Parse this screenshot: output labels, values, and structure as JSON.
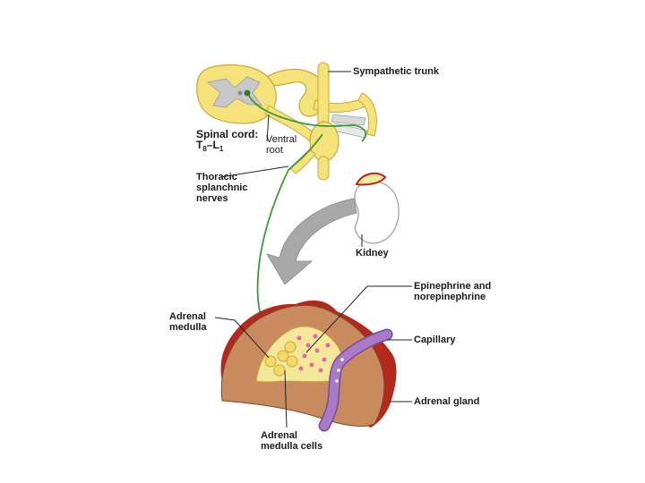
{
  "labels": {
    "sympathetic_trunk": "Sympathetic trunk",
    "spinal_cord_title": "Spinal cord:",
    "spinal_cord_t": "T",
    "spinal_cord_t_sub": "8",
    "spinal_cord_dash": "–L",
    "spinal_cord_l_sub": "1",
    "ventral_root_1": "Ventral",
    "ventral_root_2": "root",
    "thoracic_1": "Thoracic",
    "thoracic_2": "splanchnic",
    "thoracic_3": "nerves",
    "kidney": "Kidney",
    "epinephrine_1": "Epinephrine and",
    "epinephrine_2": "norepinephrine",
    "adrenal_medulla_1": "Adrenal",
    "adrenal_medulla_2": "medulla",
    "capillary": "Capillary",
    "adrenal_gland": "Adrenal gland",
    "medulla_cells_1": "Adrenal",
    "medulla_cells_2": "medulla cells"
  },
  "colors": {
    "spinal_yellow": "#f5e27a",
    "spinal_outline": "#c9a93a",
    "gray_matter": "#c8c8c8",
    "nerve_green": "#3a9a3a",
    "cortex_tan": "#c98a5e",
    "capsule_red": "#b32a1c",
    "medulla_yellow": "#f3e79a",
    "capillary_purple": "#9a6ab8",
    "arrow_gray": "#a8a8a8"
  },
  "icons": {
    "spinal_cord": "spinal-cord-cross-section",
    "kidney": "kidney-outline",
    "gland": "adrenal-gland-section",
    "arrow": "curved-arrow-down"
  }
}
